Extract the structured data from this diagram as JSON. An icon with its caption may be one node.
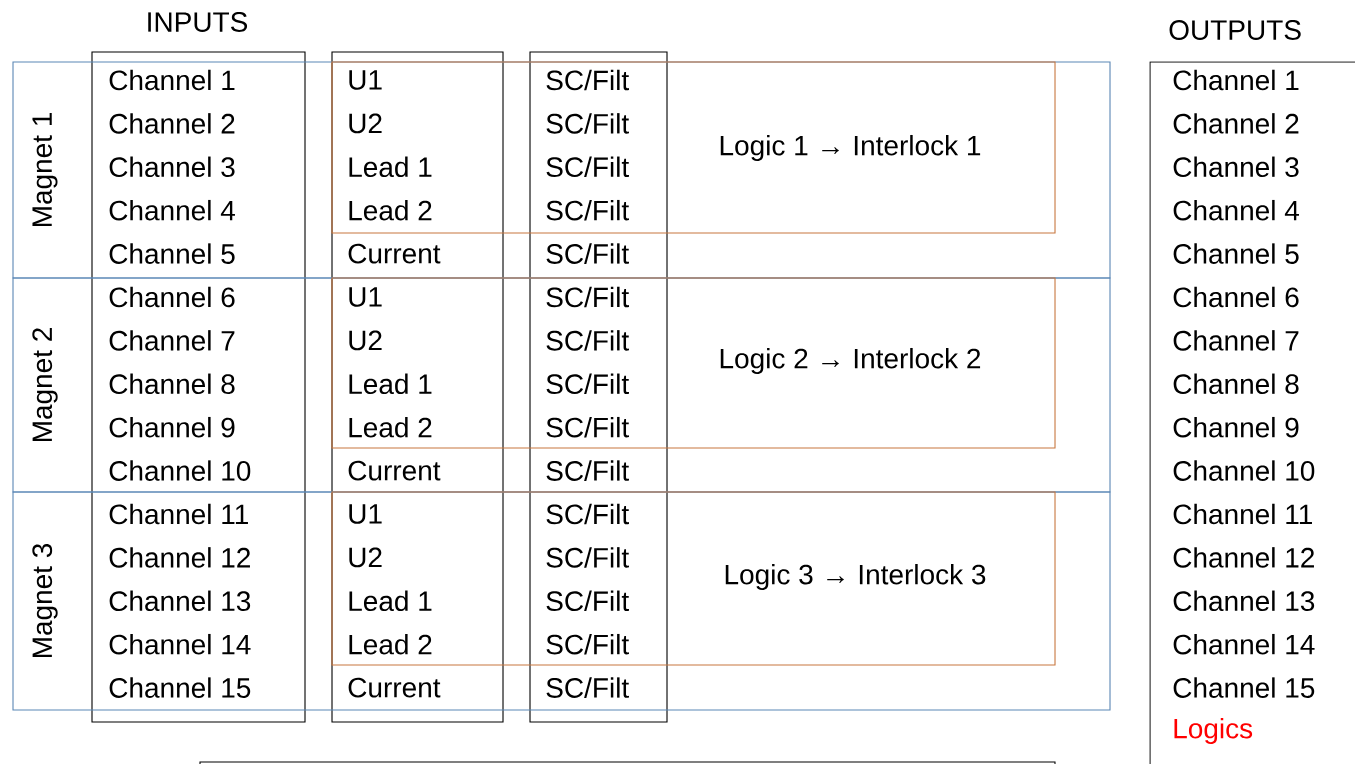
{
  "diagram": {
    "nodes": [
      {
        "text": [
          "INPUTS",
          "Channel 1",
          "Channel 2",
          "Channel 3",
          "Channel 4",
          "Channel 5",
          "Channel 6",
          "Channel 7",
          "Channel 8",
          "Channel 9",
          "Channel 10",
          "Channel 11",
          "Channel 12",
          "Channel 13",
          "Channel 14",
          "Channel 15"
        ]
      },
      {
        "text": [
          "U1",
          "U2",
          "Lead 1",
          "Lead 2",
          "Current",
          "U1",
          "U2",
          "Lead 1",
          "Lead 2",
          "Current",
          "U1",
          "U2",
          "Lead 1",
          "Lead 2",
          "Current"
        ]
      },
      {
        "text": [
          "SC/Filt",
          "SC/Filt",
          "SC/Filt",
          "SC/Filt",
          "SC/Filt",
          "SC/Filt",
          "SC/Filt",
          "SC/Filt",
          "SC/Filt",
          "SC/Filt",
          "SC/Filt",
          "SC/Filt",
          "SC/Filt",
          "SC/Filt",
          "SC/Filt"
        ]
      },
      {
        "text": [
          "Magnet 1"
        ]
      },
      {
        "text": [
          "Magnet 2"
        ]
      },
      {
        "text": [
          "Magnet 3"
        ]
      },
      {
        "text": [
          "Logic 1 → Interlock 1"
        ],
        "in": 3
      },
      {
        "text": [
          "Logic 2 → Interlock 2"
        ],
        "in": 4
      },
      {
        "text": [
          "Logic 3 → Interlock 3"
        ],
        "in": 5
      },
      {
        "text": [
          "OUTPUTS",
          "Channel 1",
          "Channel 2",
          "Channel 3",
          "Channel 4",
          "Channel 5",
          "Channel 6",
          "Channel 7",
          "Channel 8",
          "Channel 9",
          "Channel 10",
          "Channel 11",
          "Channel 12",
          "Channel 13",
          "Channel 14",
          "Channel 15",
          "Logics"
        ]
      },
      {
        "text": [],
        "shape": "box"
      }
    ]
  }
}
